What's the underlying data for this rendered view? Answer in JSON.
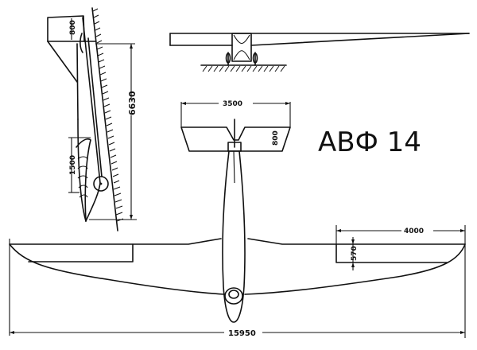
{
  "drawing": {
    "title": "АВФ 14",
    "views": [
      "side-view",
      "front-view",
      "top-view"
    ],
    "colors": {
      "ink": "#111111",
      "paper": "#ffffff"
    }
  },
  "dimensions": {
    "side_height": "6630",
    "side_top_width": "800",
    "side_wheel_gap": "1500",
    "stabilizer_span": "3500",
    "stabilizer_chord": "800",
    "aileron_length": "4000",
    "aileron_chord": "570",
    "wingspan": "15950"
  }
}
